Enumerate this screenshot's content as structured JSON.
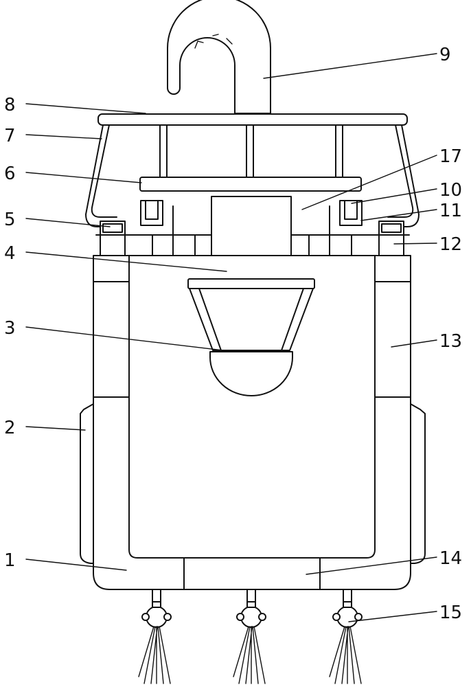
{
  "diagram": {
    "labels": [
      "1",
      "2",
      "3",
      "4",
      "5",
      "6",
      "7",
      "8",
      "9",
      "10",
      "11",
      "12",
      "13",
      "14",
      "15",
      "17"
    ]
  }
}
